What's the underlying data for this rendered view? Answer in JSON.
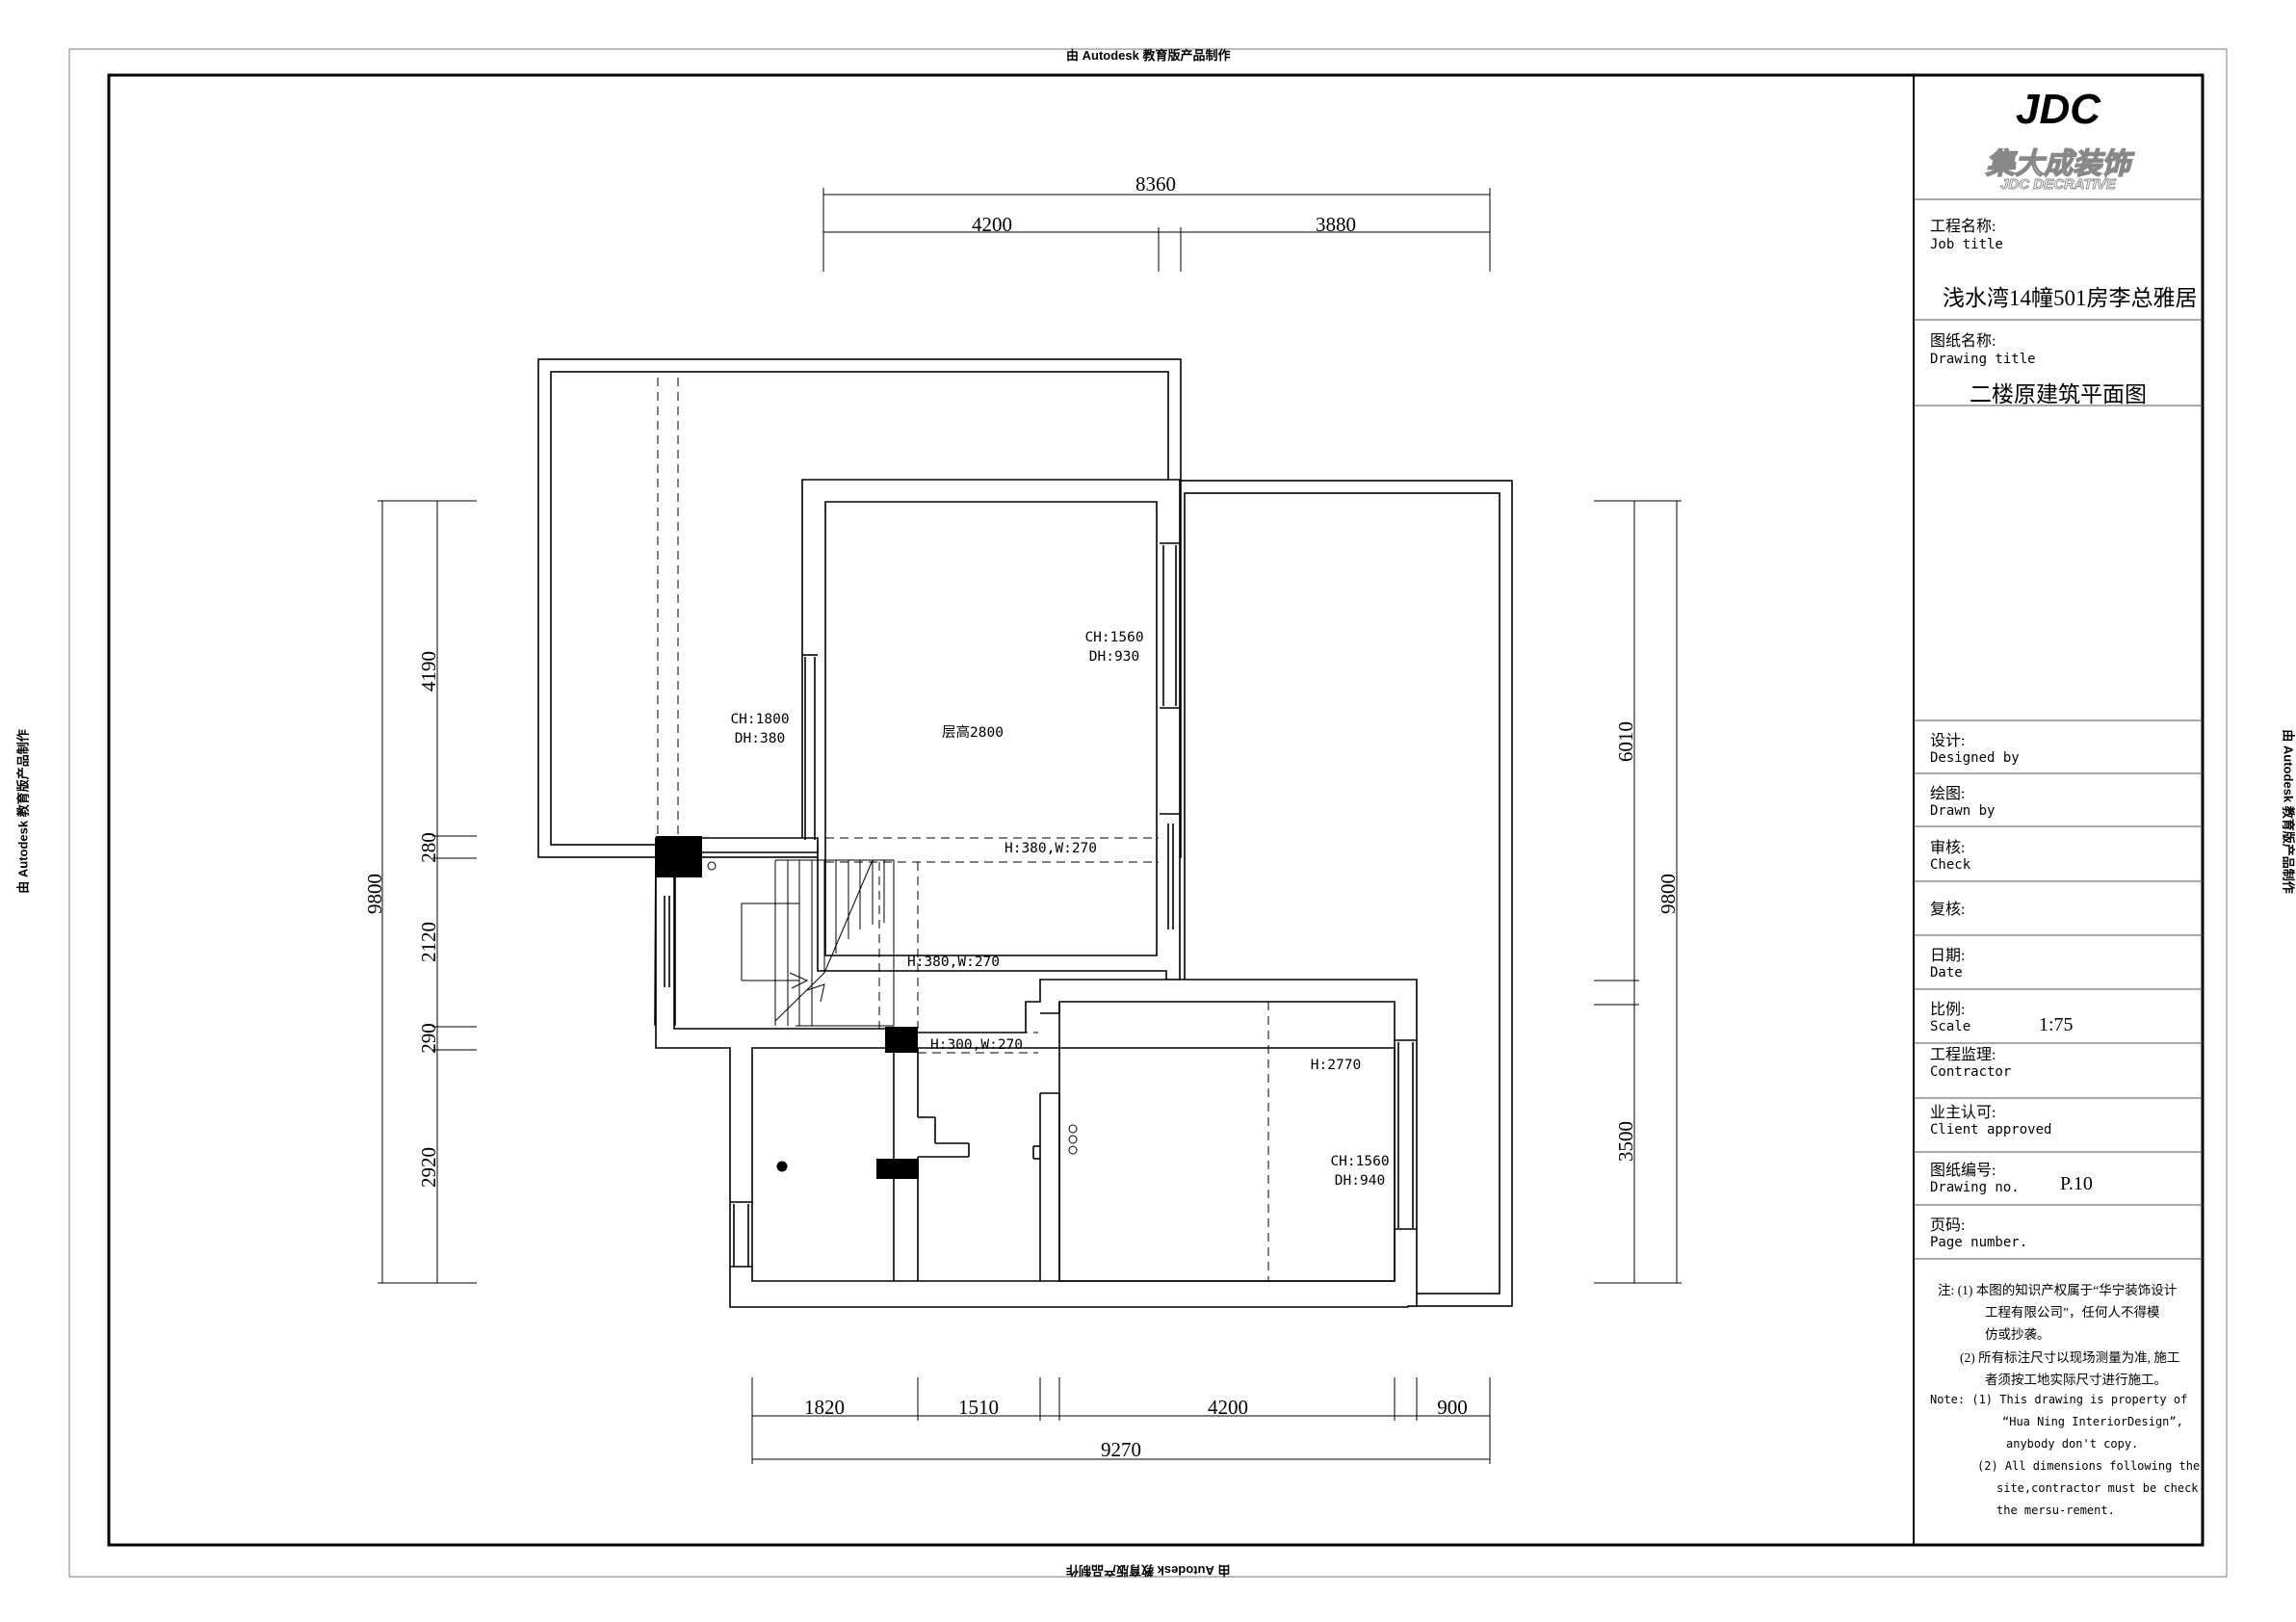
{
  "watermark": {
    "text": "由 Autodesk 教育版产品制作"
  },
  "title_block": {
    "logo_text": "JDC",
    "logo_cn": "集大成装饰",
    "logo_en": "JDC DECRATIVE",
    "job_title_cn": "工程名称:",
    "job_title_en": "Job title",
    "job_title_value": "浅水湾14幢501房李总雅居",
    "drawing_title_cn": "图纸名称:",
    "drawing_title_en": "Drawing title",
    "drawing_title_value": "二楼原建筑平面图",
    "designed_cn": "设计:",
    "designed_en": "Designed by",
    "drawn_cn": "绘图:",
    "drawn_en": "Drawn by",
    "check_cn": "审核:",
    "check_en": "Check",
    "recheck_cn": "复核:",
    "date_cn": "日期:",
    "date_en": "Date",
    "scale_cn": "比例:",
    "scale_en": "Scale",
    "scale_value": "1:75",
    "contractor_cn": "工程监理:",
    "contractor_en": "Contractor",
    "client_cn": "业主认可:",
    "client_en": "Client approved",
    "drawing_no_cn": "图纸编号:",
    "drawing_no_en": "Drawing no.",
    "drawing_no_value": "P.10",
    "page_cn": "页码:",
    "page_en": "Page number.",
    "notes": [
      "注: (1) 本图的知识产权属于“华宁装饰设计",
      "工程有限公司”，任何人不得模",
      "仿或抄袭。",
      "(2) 所有标注尺寸以现场测量为准, 施工",
      "者须按工地实际尺寸进行施工。",
      "Note:  (1) This drawing is property of",
      "“Hua Ning InteriorDesign”,",
      "anybody don't copy.",
      "(2) All dimensions following the",
      "site,contractor must be check",
      "the mersu-rement."
    ]
  },
  "dimensions": {
    "top_total": "8360",
    "top_left": "4200",
    "top_right": "3880",
    "left_total": "9800",
    "left_1": "4190",
    "left_2": "280",
    "left_3": "2120",
    "left_4": "290",
    "left_5": "2920",
    "right_total": "9800",
    "right_1": "6010",
    "right_2": "3500",
    "bottom_total": "9270",
    "bottom_1": "1820",
    "bottom_2": "1510",
    "bottom_3": "4200",
    "bottom_4": "900"
  },
  "annotations": {
    "window_ch1800": "CH:1800",
    "window_dh380": "DH:380",
    "window_ch1560a": "CH:1560",
    "window_dh930": "DH:930",
    "floor_height": "层高2800",
    "beam_h380_w270_a": "H:380,W:270",
    "beam_h380_w270_b": "H:380,W:270",
    "beam_h300_w270": "H:300,W:270",
    "beam_h2770": "H:2770",
    "window_ch1560b": "CH:1560",
    "window_dh940": "DH:940"
  }
}
